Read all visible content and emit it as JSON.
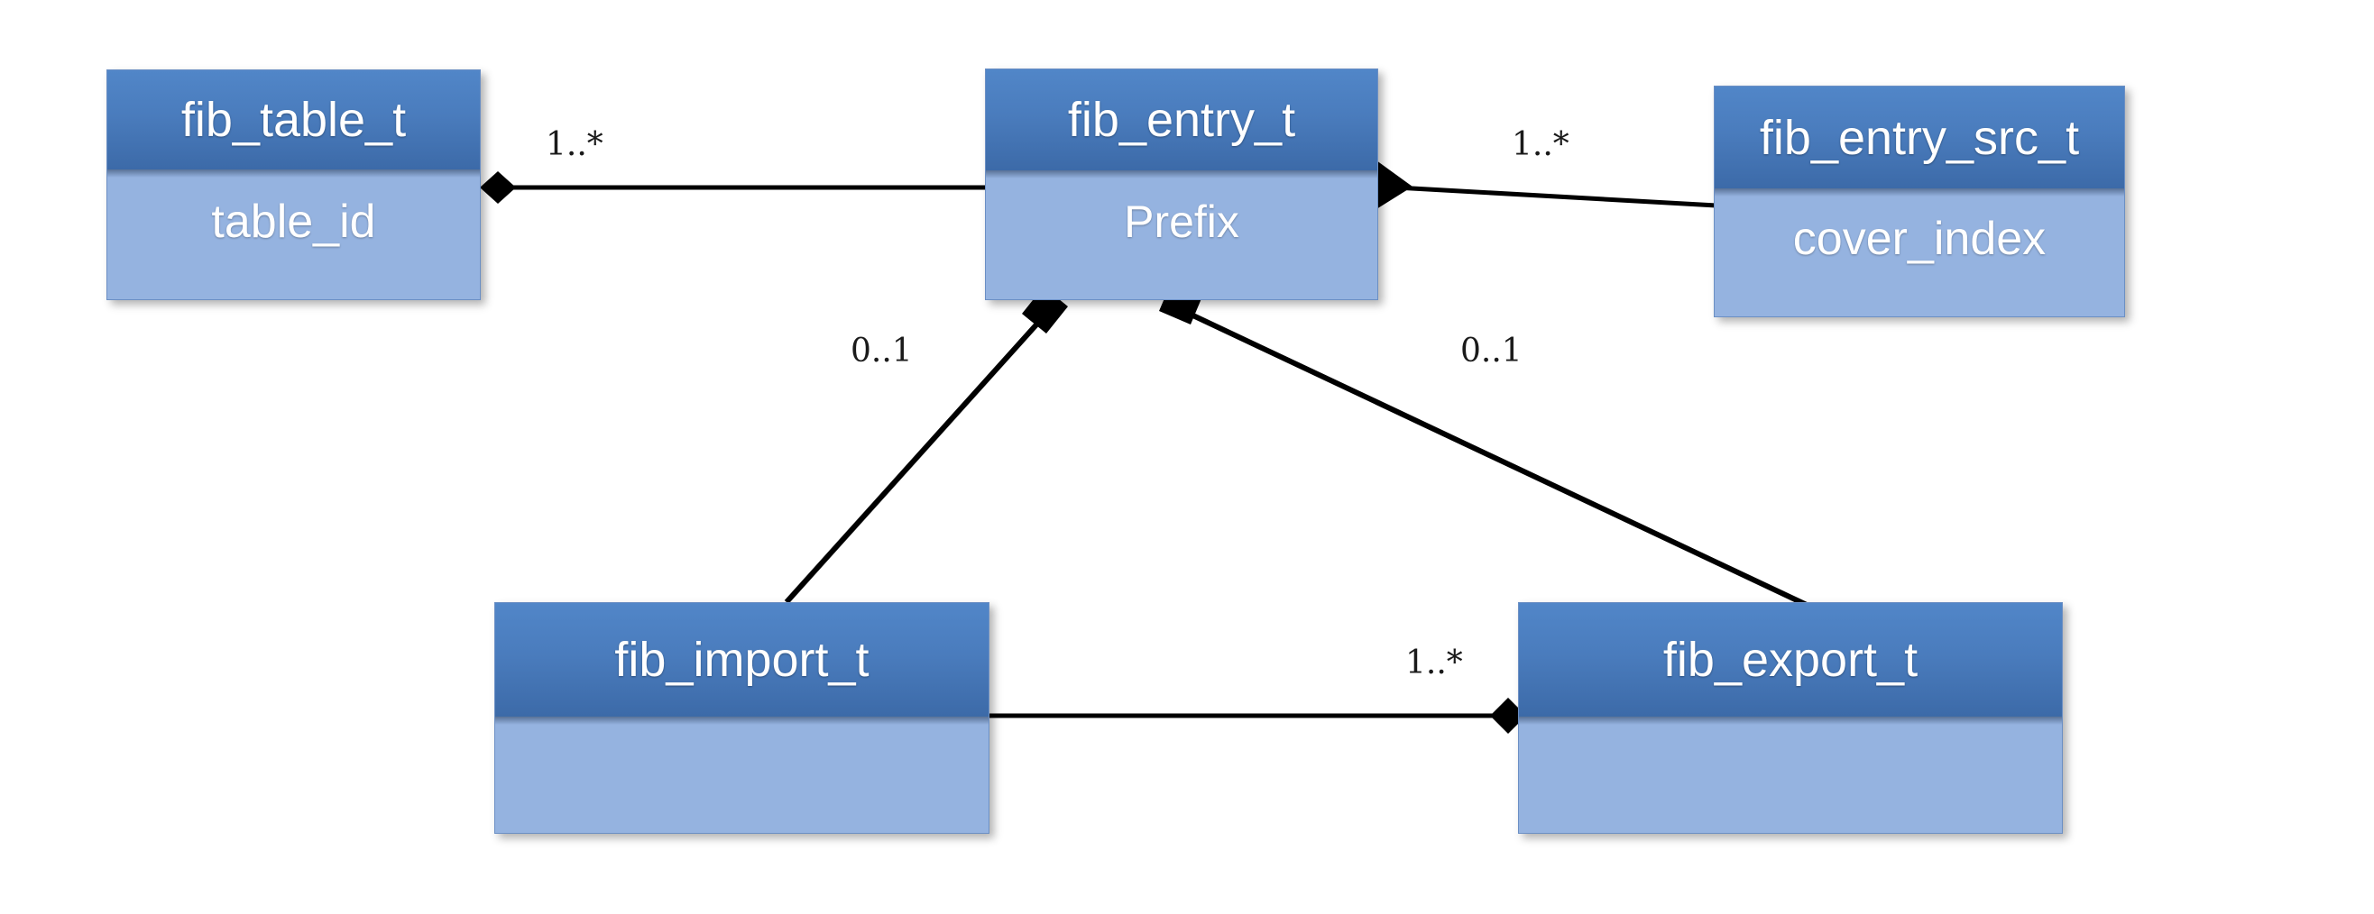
{
  "diagram": {
    "title_sliver": "",
    "background_color": "#ffffff",
    "accent_header_color": "#4a7cbd",
    "accent_body_color": "#95b3e0",
    "line_color": "#000000",
    "classes": [
      {
        "id": "fib_table_t",
        "name": "fib_table_t",
        "attribute": "table_id"
      },
      {
        "id": "fib_entry_t",
        "name": "fib_entry_t",
        "attribute": "Prefix"
      },
      {
        "id": "fib_entry_src_t",
        "name": "fib_entry_src_t",
        "attribute": "cover_index"
      },
      {
        "id": "fib_import_t",
        "name": "fib_import_t",
        "attribute": ""
      },
      {
        "id": "fib_export_t",
        "name": "fib_export_t",
        "attribute": ""
      }
    ],
    "relationships": [
      {
        "id": "table-to-entry",
        "from": "fib_table_t",
        "to": "fib_entry_t",
        "multiplicity": "1..*",
        "end_marker": "filled-diamond"
      },
      {
        "id": "entry-to-entry-src",
        "from": "fib_entry_t",
        "to": "fib_entry_src_t",
        "multiplicity": "1..*",
        "end_marker": "filled-arrow"
      },
      {
        "id": "entry-to-import",
        "from": "fib_entry_t",
        "to": "fib_import_t",
        "multiplicity": "0..1",
        "end_marker": "filled-diamond"
      },
      {
        "id": "entry-to-export",
        "from": "fib_entry_t",
        "to": "fib_export_t",
        "multiplicity": "0..1",
        "end_marker": "filled-diamond"
      },
      {
        "id": "import-to-export",
        "from": "fib_import_t",
        "to": "fib_export_t",
        "multiplicity": "1..*",
        "end_marker": "filled-diamond"
      }
    ]
  }
}
